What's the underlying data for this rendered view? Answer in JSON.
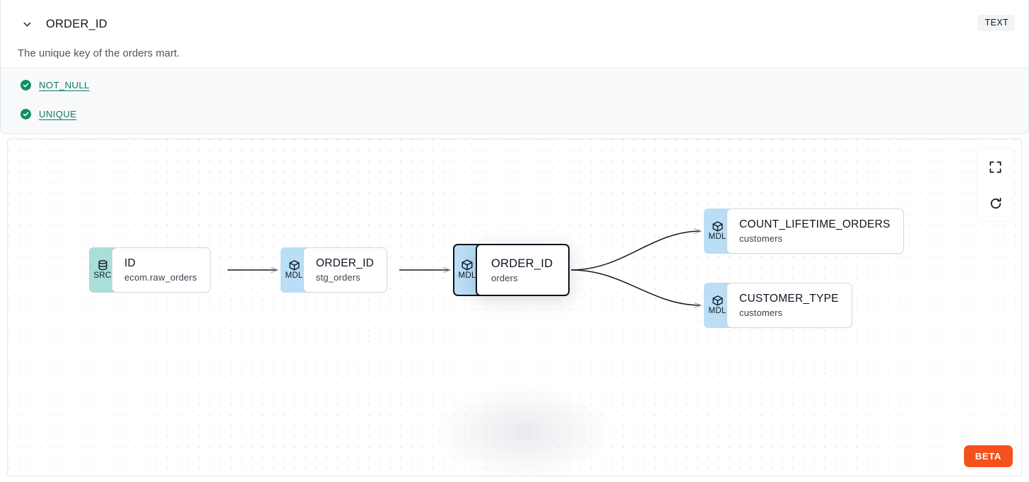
{
  "header": {
    "column_name": "ORDER_ID",
    "type_badge": "TEXT",
    "description": "The unique key of the orders mart.",
    "chevron_icon": "chevron-down-icon"
  },
  "tests": [
    {
      "label": "NOT_NULL",
      "status_icon": "check-circle-icon",
      "status": "pass"
    },
    {
      "label": "UNIQUE",
      "status_icon": "check-circle-icon",
      "status": "pass"
    }
  ],
  "lineage": {
    "nodes": [
      {
        "id": "src",
        "badge": "SRC",
        "badge_icon": "database-icon",
        "name": "ID",
        "source": "ecom.raw_orders",
        "selected": false
      },
      {
        "id": "stg",
        "badge": "MDL",
        "badge_icon": "cube-icon",
        "name": "ORDER_ID",
        "source": "stg_orders",
        "selected": false
      },
      {
        "id": "orders",
        "badge": "MDL",
        "badge_icon": "cube-icon",
        "name": "ORDER_ID",
        "source": "orders",
        "selected": true
      },
      {
        "id": "count",
        "badge": "MDL",
        "badge_icon": "cube-icon",
        "name": "COUNT_LIFETIME_ORDERS",
        "source": "customers",
        "selected": false
      },
      {
        "id": "custtype",
        "badge": "MDL",
        "badge_icon": "cube-icon",
        "name": "CUSTOMER_TYPE",
        "source": "customers",
        "selected": false
      }
    ],
    "edges": [
      {
        "from": "src",
        "to": "stg"
      },
      {
        "from": "stg",
        "to": "orders"
      },
      {
        "from": "orders",
        "to": "count"
      },
      {
        "from": "orders",
        "to": "custtype"
      }
    ],
    "controls": [
      {
        "id": "fit-view",
        "icon": "fullscreen-icon"
      },
      {
        "id": "reset-view",
        "icon": "refresh-icon"
      }
    ],
    "beta_label": "BETA"
  },
  "colors": {
    "src_badge": "#A9DED9",
    "mdl_badge": "#B9DEF5",
    "test_pass": "#0F9160",
    "link": "#0B7A63",
    "beta": "#F4511E",
    "canvas_dots": "#DFE3E8"
  }
}
